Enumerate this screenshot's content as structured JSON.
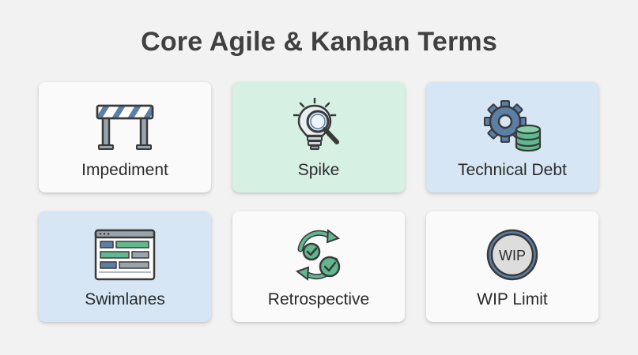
{
  "title": "Core Agile & Kanban Terms",
  "cards": [
    {
      "label": "Impediment",
      "icon": "barrier-icon",
      "bg": "#fafafa"
    },
    {
      "label": "Spike",
      "icon": "lightbulb-magnifier-icon",
      "bg": "#d6f0e4"
    },
    {
      "label": "Technical Debt",
      "icon": "gear-database-icon",
      "bg": "#d6e6f4"
    },
    {
      "label": "Swimlanes",
      "icon": "board-lanes-icon",
      "bg": "#d6e6f4"
    },
    {
      "label": "Retrospective",
      "icon": "cycle-check-icon",
      "bg": "#fafafa"
    },
    {
      "label": "WIP Limit",
      "icon": "wip-badge-icon",
      "bg": "#fafafa",
      "badge_text": "WIP"
    }
  ],
  "colors": {
    "accent_blue": "#5b7fa6",
    "accent_green": "#5fb88e",
    "outline": "#3a3a3a"
  }
}
